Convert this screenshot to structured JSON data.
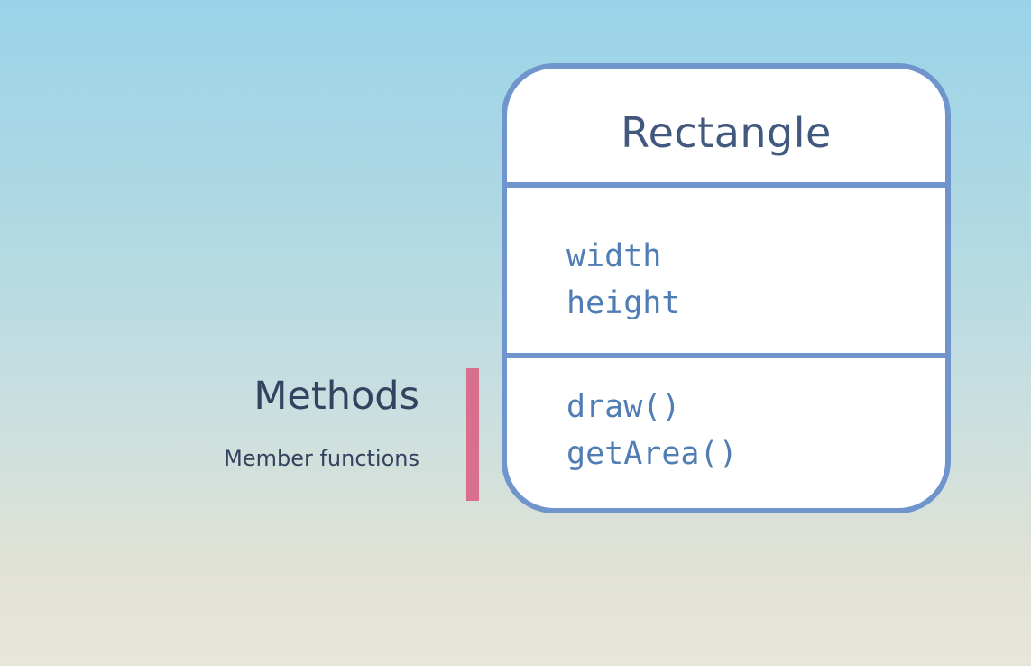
{
  "diagram": {
    "class_name": "Rectangle",
    "attributes": [
      "width",
      "height"
    ],
    "methods": [
      "draw()",
      "getArea()"
    ],
    "annotation": {
      "title": "Methods",
      "subtitle": "Member functions"
    }
  },
  "colors": {
    "background_top": "#9ad3e8",
    "background_bottom": "#e8e5da",
    "box_border": "#6f95cc",
    "title_text": "#41587f",
    "member_text": "#4f7db4",
    "annotation_text": "#33435f",
    "marker": "#d96f8f"
  }
}
